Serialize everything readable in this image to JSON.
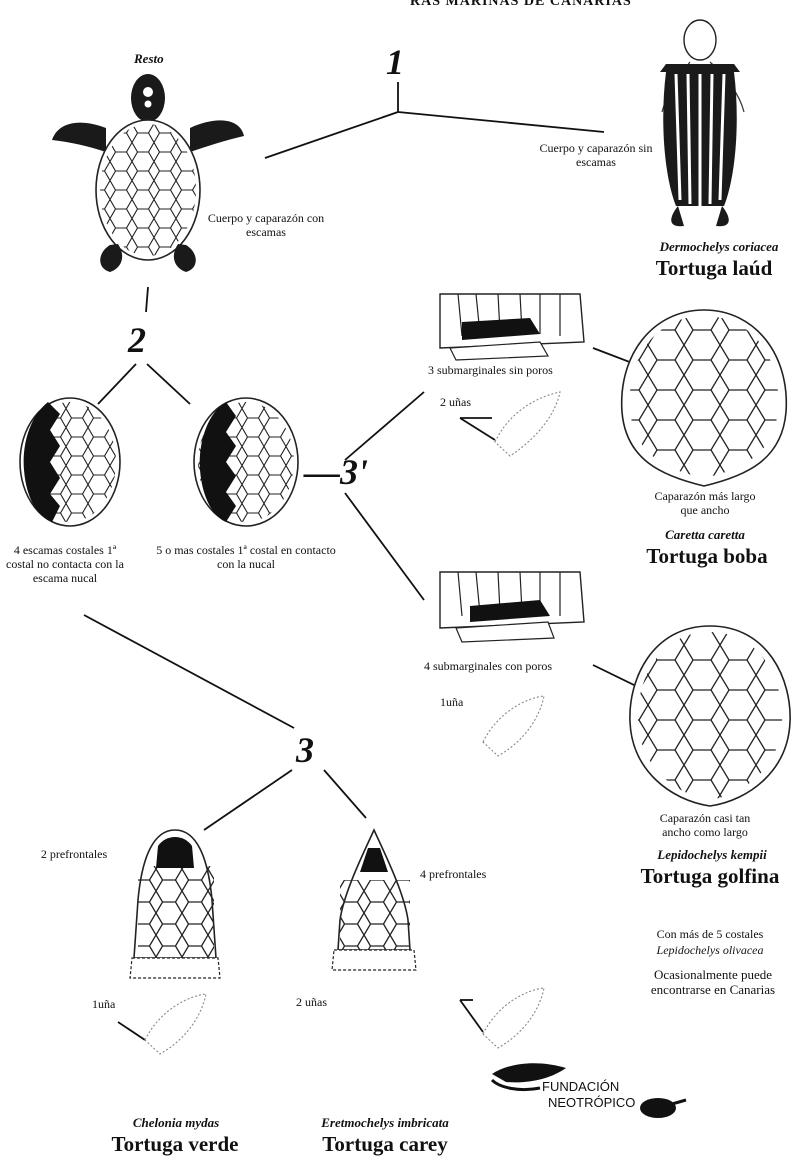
{
  "header": {
    "text": "RAS MARINAS DE CANARIAS"
  },
  "key_numbers": {
    "n1": "1",
    "n2": "2",
    "n3": "3",
    "n3p": "3'",
    "n3p_dash": "—3'"
  },
  "nodes": {
    "resto": {
      "title": "Resto",
      "label": "Cuerpo y caparazón con escamas"
    },
    "laud": {
      "label": "Cuerpo y caparazón sin escamas",
      "species": "Dermochelys coriacea",
      "common": "Tortuga laúd"
    },
    "four_costales": {
      "label": "4 escamas costales 1ª costal no contacta con la escama nucal"
    },
    "five_costales": {
      "label": "5 o mas costales 1ª costal en contacto con la nucal"
    },
    "sub3": {
      "label": "3 submarginales sin poros",
      "claws": "2 uñas"
    },
    "boba": {
      "label": "Caparazón más largo que ancho",
      "species": "Caretta caretta",
      "common": "Tortuga boba"
    },
    "sub4": {
      "label": "4 submarginales con poros",
      "claws": "1uña"
    },
    "golfina": {
      "label": "Caparazón casi tan ancho como largo",
      "species": "Lepidochelys kempii",
      "common": "Tortuga golfina"
    },
    "olivacea": {
      "line1": "Con más de 5 costales",
      "line2": "Lepidochelys olivacea",
      "note": "Ocasionalmente puede encontrarse en Canarias"
    },
    "verde": {
      "prefrontals": "2 prefrontales",
      "claws": "1uña",
      "species": "Chelonia mydas",
      "common": "Tortuga verde"
    },
    "carey": {
      "prefrontals": "4 prefrontales",
      "claws": "2 uñas",
      "species": "Eretmochelys imbricata",
      "common": "Tortuga carey"
    }
  },
  "logo": {
    "line1": "FUNDACIÓN",
    "line2": "NEOTRÓPICO"
  },
  "icons": [
    "turtle-top-view",
    "leatherback-turtle",
    "carapace-scutes",
    "flipper-claw",
    "turtle-head",
    "foundation-logo"
  ]
}
